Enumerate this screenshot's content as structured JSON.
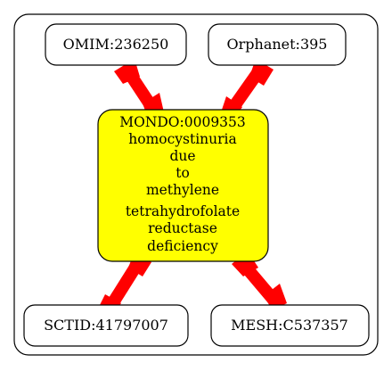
{
  "diagram": {
    "edge_color": "#ff0000",
    "center_fill": "#ffff00",
    "center": {
      "lines": [
        "MONDO:0009353",
        "homocystinuria",
        "due",
        "to",
        "methylene",
        "tetrahydrofolate",
        "reductase",
        "deficiency"
      ]
    },
    "nodes": {
      "omim": "OMIM:236250",
      "orphanet": "Orphanet:395",
      "sctid": "SCTID:41797007",
      "mesh": "MESH:C537357"
    }
  }
}
